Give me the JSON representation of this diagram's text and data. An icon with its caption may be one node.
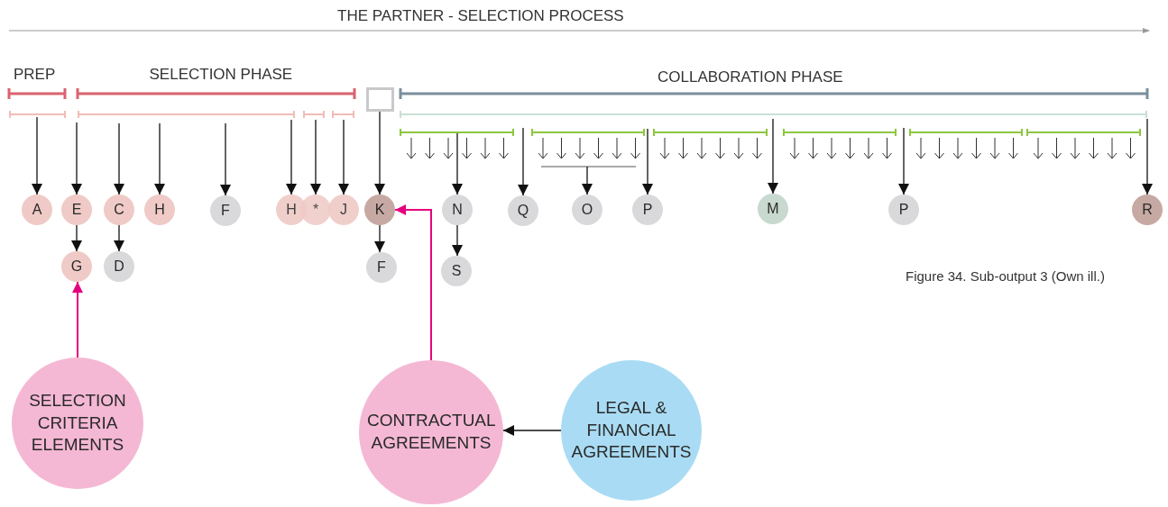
{
  "diagram": {
    "title": "THE PARTNER - SELECTION PROCESS",
    "caption": "Figure 34. Sub-output 3 (Own ill.)",
    "nodes": [
      {
        "text": [],
        "shape": "box"
      },
      {
        "text": [
          "A"
        ]
      },
      {
        "text": [
          "E"
        ]
      },
      {
        "text": [
          "C"
        ]
      },
      {
        "text": [
          "H"
        ]
      },
      {
        "text": [
          "F"
        ]
      },
      {
        "text": [
          "H"
        ]
      },
      {
        "text": [
          "*"
        ]
      },
      {
        "text": [
          "J"
        ]
      },
      {
        "text": [
          "K"
        ]
      },
      {
        "text": [
          "N"
        ]
      },
      {
        "text": [
          "Q"
        ]
      },
      {
        "text": [
          "O"
        ]
      },
      {
        "text": [
          "P"
        ]
      },
      {
        "text": [
          "M"
        ]
      },
      {
        "text": [
          "P"
        ]
      },
      {
        "text": [
          "R"
        ]
      },
      {
        "text": [
          "G"
        ]
      },
      {
        "text": [
          "D"
        ]
      },
      {
        "text": [
          "F"
        ]
      },
      {
        "text": [
          "S"
        ]
      },
      {
        "text": [
          "SELECTION CRITERIA ELEMENTS"
        ]
      },
      {
        "text": [
          "CONTRACTUAL AGREEMENTS"
        ]
      },
      {
        "text": [
          "LEGAL & FINANCIAL AGREEMENTS"
        ]
      }
    ],
    "edges": [
      {
        "from": null,
        "to": 1,
        "arrow": "to"
      },
      {
        "from": null,
        "to": 2,
        "arrow": "to"
      },
      {
        "from": null,
        "to": 3,
        "arrow": "to"
      },
      {
        "from": null,
        "to": 4,
        "arrow": "to"
      },
      {
        "from": null,
        "to": 5,
        "arrow": "to"
      },
      {
        "from": null,
        "to": 6,
        "arrow": "to"
      },
      {
        "from": null,
        "to": 7,
        "arrow": "to"
      },
      {
        "from": null,
        "to": 8,
        "arrow": "to"
      },
      {
        "from": 0,
        "to": 9,
        "arrow": "to"
      },
      {
        "from": null,
        "to": 10,
        "arrow": "to"
      },
      {
        "from": null,
        "to": 11,
        "arrow": "to"
      },
      {
        "from": null,
        "to": 12,
        "arrow": "to"
      },
      {
        "from": null,
        "to": 13,
        "arrow": "to"
      },
      {
        "from": null,
        "to": 14,
        "arrow": "to"
      },
      {
        "from": null,
        "to": 15,
        "arrow": "to"
      },
      {
        "from": null,
        "to": 16,
        "arrow": "to"
      },
      {
        "from": 2,
        "to": 17,
        "arrow": "to"
      },
      {
        "from": 3,
        "to": 18,
        "arrow": "to"
      },
      {
        "from": 9,
        "to": 19,
        "arrow": "to"
      },
      {
        "from": 10,
        "to": 20,
        "arrow": "to"
      },
      {
        "from": 21,
        "to": 17,
        "arrow": "to",
        "color": "#e6007e"
      },
      {
        "from": 22,
        "to": 9,
        "arrow": "to",
        "color": "#e6007e"
      },
      {
        "from": 23,
        "to": 22,
        "arrow": "to"
      }
    ],
    "labels": [
      "PREP",
      "SELECTION PHASE",
      "COLLABORATION PHASE"
    ]
  }
}
